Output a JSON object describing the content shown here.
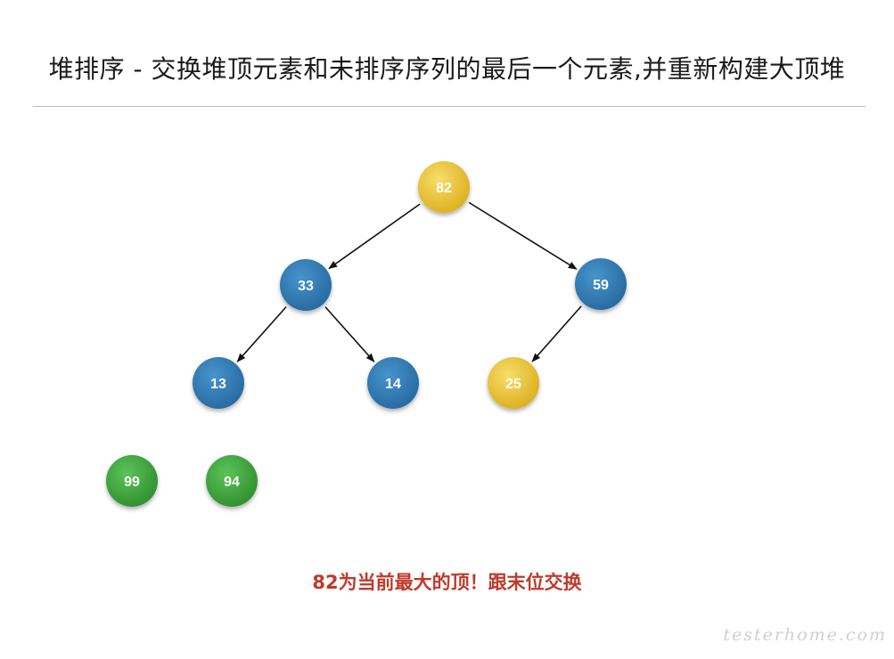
{
  "title": "堆排序 - 交换堆顶元素和未排序序列的最后一个元素,并重新构建大顶堆",
  "caption": "82为当前最大的顶！跟末位交换",
  "watermark": "testerhome.com",
  "colors": {
    "yellow": "#e8bf2a",
    "blue": "#2f7db6",
    "green": "#3ea43c",
    "edge": "#111111",
    "caption": "#c0392b"
  },
  "tree": {
    "nodes": [
      {
        "id": "n82",
        "label": "82",
        "color": "yellow",
        "role": "heap-top"
      },
      {
        "id": "n33",
        "label": "33",
        "color": "blue"
      },
      {
        "id": "n59",
        "label": "59",
        "color": "blue"
      },
      {
        "id": "n13",
        "label": "13",
        "color": "blue"
      },
      {
        "id": "n14",
        "label": "14",
        "color": "blue"
      },
      {
        "id": "n25",
        "label": "25",
        "color": "yellow",
        "role": "last-unsorted"
      }
    ],
    "edges": [
      {
        "from": "n82",
        "to": "n33"
      },
      {
        "from": "n82",
        "to": "n59"
      },
      {
        "from": "n33",
        "to": "n13"
      },
      {
        "from": "n33",
        "to": "n14"
      },
      {
        "from": "n59",
        "to": "n25"
      }
    ]
  },
  "sorted": [
    {
      "id": "s99",
      "label": "99",
      "color": "green"
    },
    {
      "id": "s94",
      "label": "94",
      "color": "green"
    }
  ]
}
